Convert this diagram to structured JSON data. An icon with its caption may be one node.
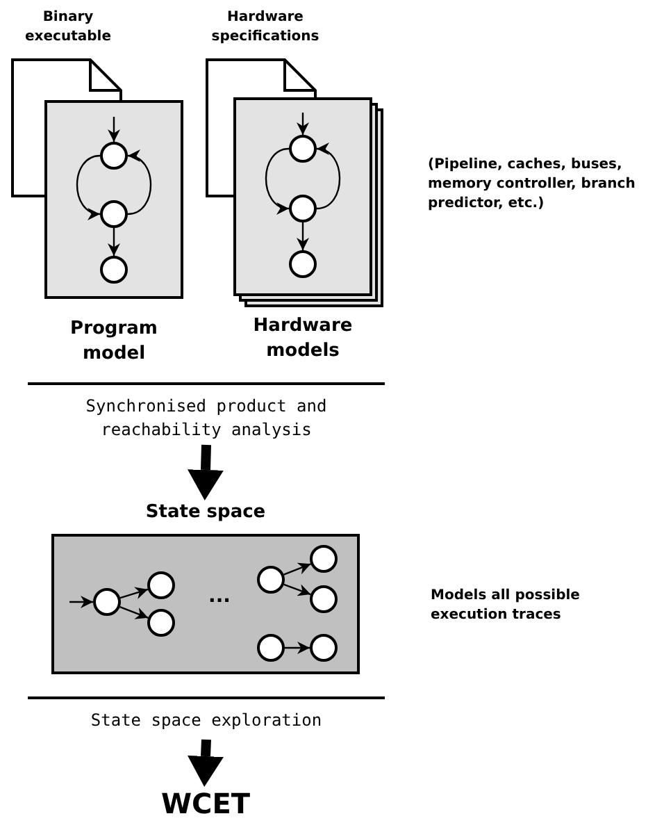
{
  "diagram": {
    "nodes": [
      {
        "text": [
          "Binary executable"
        ]
      },
      {
        "text": [
          "Program model"
        ]
      },
      {
        "text": [],
        "shape": "circle",
        "in": 1
      },
      {
        "text": [],
        "shape": "circle",
        "in": 1
      },
      {
        "text": [],
        "shape": "circle",
        "in": 1
      },
      {
        "text": [
          "Hardware specifications"
        ]
      },
      {
        "text": [
          "Hardware models"
        ]
      },
      {
        "text": [],
        "shape": "circle",
        "in": 6
      },
      {
        "text": [],
        "shape": "circle",
        "in": 6
      },
      {
        "text": [],
        "shape": "circle",
        "in": 6
      },
      {
        "text": [
          "Synchronised product and reachability analysis"
        ]
      },
      {
        "text": [
          "State space"
        ]
      },
      {
        "text": [],
        "shape": "circle",
        "in": 11
      },
      {
        "text": [],
        "shape": "circle",
        "in": 11
      },
      {
        "text": [],
        "shape": "circle",
        "in": 11
      },
      {
        "text": [],
        "shape": "circle",
        "in": 11
      },
      {
        "text": [],
        "shape": "circle",
        "in": 11
      },
      {
        "text": [],
        "shape": "circle",
        "in": 11
      },
      {
        "text": [],
        "shape": "circle",
        "in": 11
      },
      {
        "text": [],
        "shape": "circle",
        "in": 11
      },
      {
        "text": [
          "State space exploration"
        ]
      },
      {
        "text": [
          "WCET"
        ]
      }
    ],
    "edges": [
      {
        "from": null,
        "to": 2,
        "arrow": "to"
      },
      {
        "from": 2,
        "to": 3,
        "arrow": "to"
      },
      {
        "from": 3,
        "to": 2,
        "arrow": "to"
      },
      {
        "from": 3,
        "to": 4,
        "arrow": "to"
      },
      {
        "from": null,
        "to": 7,
        "arrow": "to"
      },
      {
        "from": 7,
        "to": 8,
        "arrow": "to"
      },
      {
        "from": 8,
        "to": 7,
        "arrow": "to"
      },
      {
        "from": 8,
        "to": 9,
        "arrow": "to"
      },
      {
        "from": 10,
        "to": 11,
        "arrow": "to",
        "style": "thick"
      },
      {
        "from": null,
        "to": 12,
        "arrow": "to"
      },
      {
        "from": 12,
        "to": 13,
        "arrow": "to"
      },
      {
        "from": 12,
        "to": 14,
        "arrow": "to"
      },
      {
        "from": 15,
        "to": 16,
        "arrow": "to"
      },
      {
        "from": 15,
        "to": 17,
        "arrow": "to"
      },
      {
        "from": 18,
        "to": 19,
        "arrow": "to"
      },
      {
        "from": 20,
        "to": 21,
        "arrow": "to",
        "style": "thick"
      }
    ],
    "labels": [
      "(Pipeline, caches, buses, memory controller, branch predictor, etc.)",
      "...",
      "Models all possible execution traces"
    ]
  }
}
